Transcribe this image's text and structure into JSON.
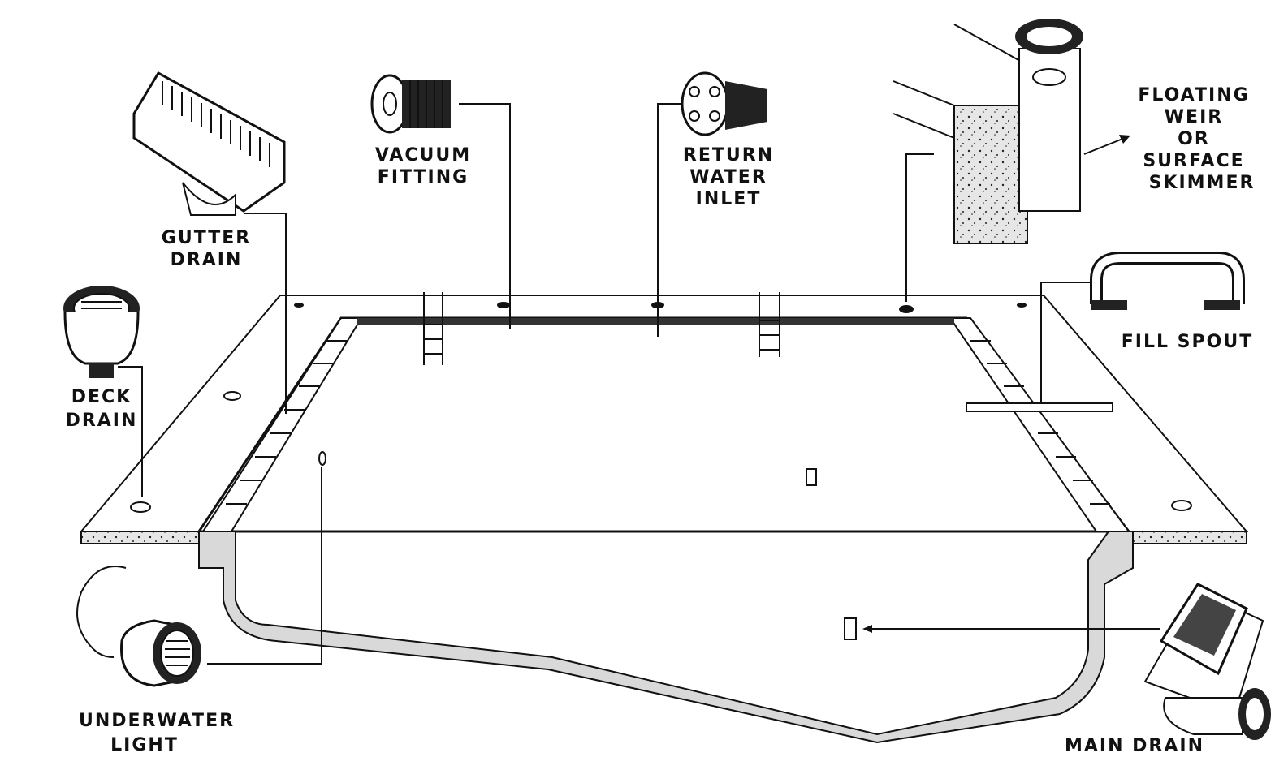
{
  "labels": {
    "vacuum_fitting": [
      "VACUUM",
      "FITTING"
    ],
    "return_water_inlet": [
      "RETURN",
      "WATER",
      "INLET"
    ],
    "skimmer": [
      "FLOATING",
      "WEIR",
      "OR",
      "SURFACE",
      "SKIMMER"
    ],
    "gutter_drain": [
      "GUTTER",
      "DRAIN"
    ],
    "deck_drain": [
      "DECK",
      "DRAIN"
    ],
    "fill_spout": [
      "FILL SPOUT"
    ],
    "underwater_light": [
      "UNDERWATER",
      "LIGHT"
    ],
    "main_drain": [
      "MAIN DRAIN"
    ]
  },
  "icons": [
    "vacuum-fitting-icon",
    "return-inlet-icon",
    "skimmer-icon",
    "gutter-drain-icon",
    "deck-drain-icon",
    "fill-spout-icon",
    "underwater-light-icon",
    "main-drain-icon"
  ]
}
